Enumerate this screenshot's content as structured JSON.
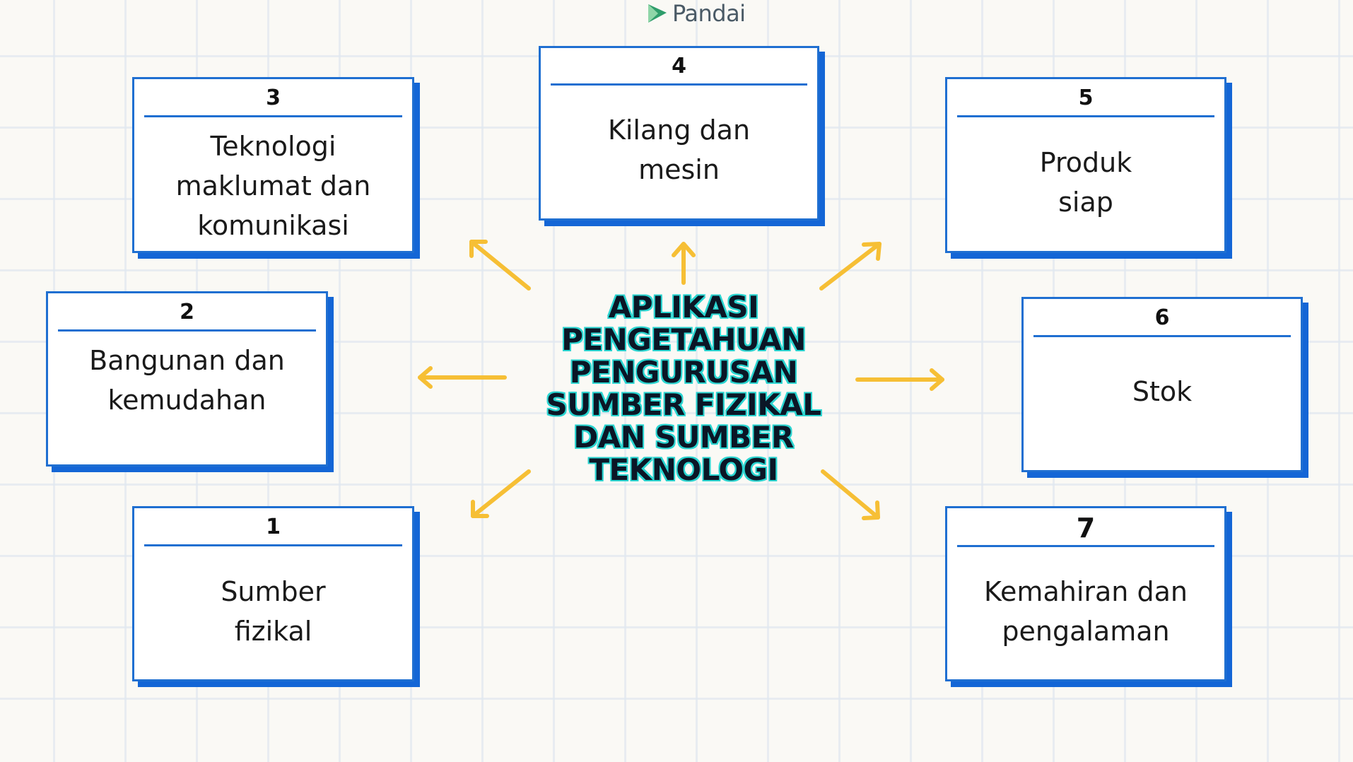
{
  "logo": {
    "text": "Pandai",
    "colors": {
      "leaf_dark": "#2f9d6b",
      "leaf_light": "#8fd6a8"
    }
  },
  "center": {
    "title": "APLIKASI\nPENGETAHUAN\nPENGURUSAN\nSUMBER FIZIKAL\nDAN SUMBER\nTEKNOLOGI"
  },
  "cards": {
    "c1": {
      "number": "1",
      "text": "Sumber\nfizikal"
    },
    "c2": {
      "number": "2",
      "text": "Bangunan dan\nkemudahan"
    },
    "c3": {
      "number": "3",
      "text": "Teknologi\nmaklumat dan\nkomunikasi"
    },
    "c4": {
      "number": "4",
      "text": "Kilang dan\nmesin"
    },
    "c5": {
      "number": "5",
      "text": "Produk\nsiap"
    },
    "c6": {
      "number": "6",
      "text": "Stok"
    },
    "c7": {
      "number": "7",
      "text": "Kemahiran dan\npengalaman"
    }
  },
  "colors": {
    "card_border": "#1f6fd1",
    "card_shadow": "#1466d6",
    "arrow": "#f6bf35",
    "title_outline": "#2ad4d0"
  }
}
